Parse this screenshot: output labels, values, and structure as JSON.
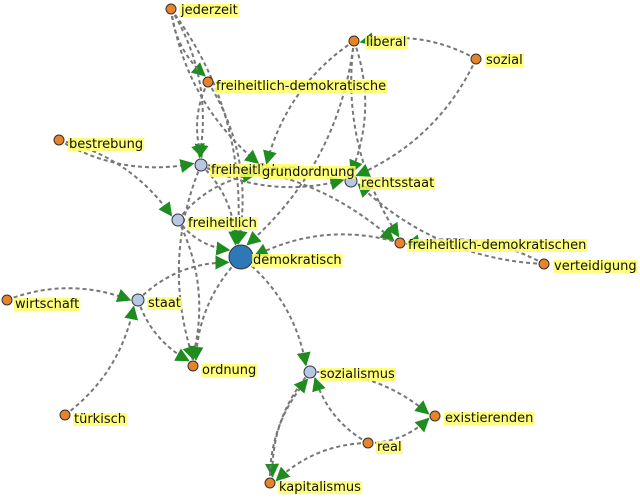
{
  "colors": {
    "edge": "#777777",
    "arrow": "#1e8c1e",
    "leaf_node": "#e8832a",
    "hub_node": "#b7c7e6",
    "center_node": "#2f78b7",
    "label_highlight": "#ffff66"
  },
  "nodes": [
    {
      "id": "jederzeit",
      "label": "jederzeit",
      "kind": "leaf"
    },
    {
      "id": "liberal",
      "label": "liberal",
      "kind": "leaf"
    },
    {
      "id": "sozial",
      "label": "sozial",
      "kind": "leaf"
    },
    {
      "id": "freiheitlich_demokratische",
      "label": "freiheitlich-demokratische",
      "kind": "leaf"
    },
    {
      "id": "bestrebung",
      "label": "bestrebung",
      "kind": "leaf"
    },
    {
      "id": "freiheitlichen",
      "label": "freiheitlichen",
      "kind": "hub"
    },
    {
      "id": "grundordnung",
      "label": "grundordnung",
      "kind": "hub"
    },
    {
      "id": "rechtsstaat",
      "label": "rechtsstaat",
      "kind": "hub"
    },
    {
      "id": "freiheitlich",
      "label": "freiheitlich",
      "kind": "hub"
    },
    {
      "id": "demokratisch",
      "label": "demokratisch",
      "kind": "center"
    },
    {
      "id": "freiheitlich_demokratischen",
      "label": "freiheitlich-demokratischen",
      "kind": "leaf"
    },
    {
      "id": "verteidigung",
      "label": "verteidigung",
      "kind": "leaf"
    },
    {
      "id": "wirtschaft",
      "label": "wirtschaft",
      "kind": "leaf"
    },
    {
      "id": "staat",
      "label": "staat",
      "kind": "hub"
    },
    {
      "id": "ordnung",
      "label": "ordnung",
      "kind": "leaf"
    },
    {
      "id": "sozialismus",
      "label": "sozialismus",
      "kind": "hub"
    },
    {
      "id": "tuerkisch",
      "label": "türkisch",
      "kind": "leaf"
    },
    {
      "id": "existierenden",
      "label": "existierenden",
      "kind": "leaf"
    },
    {
      "id": "real",
      "label": "real",
      "kind": "leaf"
    },
    {
      "id": "kapitalismus",
      "label": "kapitalismus",
      "kind": "leaf"
    }
  ],
  "edges": [
    [
      "jederzeit",
      "freiheitlich_demokratische"
    ],
    [
      "jederzeit",
      "freiheitlichen"
    ],
    [
      "jederzeit",
      "grundordnung"
    ],
    [
      "jederzeit",
      "demokratisch"
    ],
    [
      "freiheitlich_demokratische",
      "freiheitlichen"
    ],
    [
      "freiheitlich_demokratische",
      "demokratisch"
    ],
    [
      "liberal",
      "grundordnung"
    ],
    [
      "liberal",
      "rechtsstaat"
    ],
    [
      "liberal",
      "freiheitlich_demokratischen"
    ],
    [
      "liberal",
      "demokratisch"
    ],
    [
      "sozial",
      "liberal"
    ],
    [
      "sozial",
      "rechtsstaat"
    ],
    [
      "bestrebung",
      "freiheitlichen"
    ],
    [
      "bestrebung",
      "freiheitlich"
    ],
    [
      "freiheitlichen",
      "grundordnung"
    ],
    [
      "freiheitlichen",
      "demokratisch"
    ],
    [
      "freiheitlichen",
      "rechtsstaat"
    ],
    [
      "freiheitlichen",
      "freiheitlich_demokratischen"
    ],
    [
      "freiheitlichen",
      "ordnung"
    ],
    [
      "freiheitlich",
      "grundordnung"
    ],
    [
      "freiheitlich",
      "demokratisch"
    ],
    [
      "freiheitlich",
      "ordnung"
    ],
    [
      "freiheitlich_demokratischen",
      "demokratisch"
    ],
    [
      "verteidigung",
      "rechtsstaat"
    ],
    [
      "verteidigung",
      "freiheitlich_demokratischen"
    ],
    [
      "demokratisch",
      "sozialismus"
    ],
    [
      "demokratisch",
      "ordnung"
    ],
    [
      "staat",
      "demokratisch"
    ],
    [
      "staat",
      "ordnung"
    ],
    [
      "wirtschaft",
      "staat"
    ],
    [
      "tuerkisch",
      "staat"
    ],
    [
      "real",
      "sozialismus"
    ],
    [
      "real",
      "existierenden"
    ],
    [
      "sozialismus",
      "existierenden"
    ],
    [
      "sozialismus",
      "kapitalismus"
    ],
    [
      "kapitalismus",
      "sozialismus"
    ],
    [
      "real",
      "kapitalismus"
    ]
  ]
}
